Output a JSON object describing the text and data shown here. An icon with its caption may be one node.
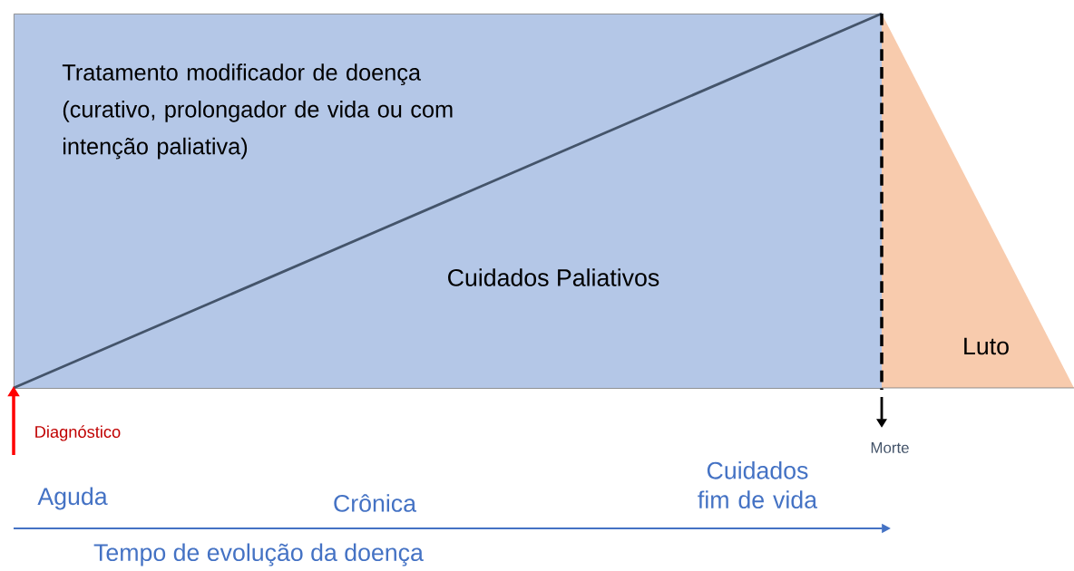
{
  "diagram": {
    "nodes": [
      {
        "text": [
          "Tratamento modificador de doença (curativo, prolongador de vida ou com intenção paliativa)",
          "Cuidados Paliativos"
        ]
      },
      {
        "text": [
          "Luto"
        ]
      }
    ],
    "labels": [
      "Diagnóstico",
      "Morte",
      "Aguda",
      "Crônica",
      "Cuidados fim de vida",
      "Tempo de evolução da doença"
    ]
  }
}
